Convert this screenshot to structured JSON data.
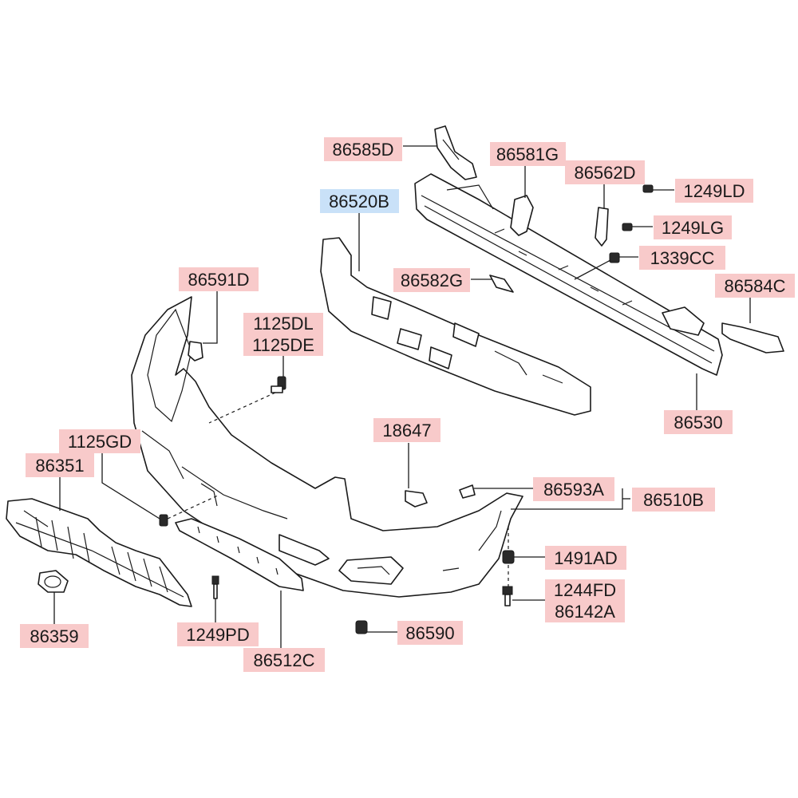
{
  "colors": {
    "label_fill": "#f8caca",
    "label_fill_selected": "#c9e1f8",
    "line": "#1a1a1a",
    "background": "#ffffff"
  },
  "labels": {
    "86585D": "86585D",
    "86581G": "86581G",
    "86562D": "86562D",
    "1249LD": "1249LD",
    "86520B": "86520B",
    "1249LG": "1249LG",
    "1339CC": "1339CC",
    "86582G": "86582G",
    "86584C": "86584C",
    "86591D": "86591D",
    "1125DL": "1125DL",
    "1125DE": "1125DE",
    "86530": "86530",
    "18647": "18647",
    "1125GD": "1125GD",
    "86351": "86351",
    "86593A": "86593A",
    "86510B": "86510B",
    "1491AD": "1491AD",
    "1244FD": "1244FD",
    "86142A": "86142A",
    "86359": "86359",
    "1249PD": "1249PD",
    "86590": "86590",
    "86512C": "86512C"
  },
  "selected_part": "86520B"
}
